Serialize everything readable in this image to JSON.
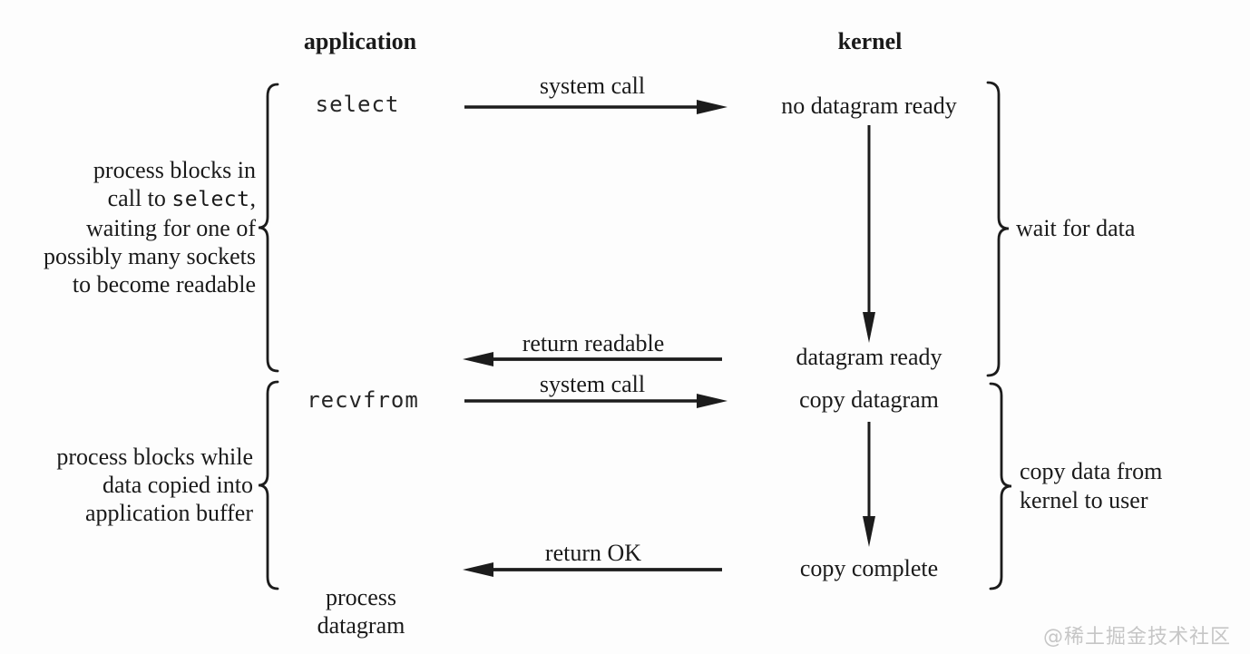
{
  "headers": {
    "application": "application",
    "kernel": "kernel"
  },
  "left_column": {
    "select_label": "select",
    "recvfrom_label": "recvfrom",
    "final_step": {
      "line1": "process",
      "line2": "datagram"
    }
  },
  "left_annotations": {
    "select_block": {
      "line1": "process blocks in",
      "line2_before_code": "call to ",
      "line2_code": "select",
      "line2_after_code": ",",
      "line3": "waiting for one of",
      "line4": "possibly many sockets",
      "line5": "to become readable"
    },
    "recvfrom_block": {
      "line1": "process blocks while",
      "line2": "data copied into",
      "line3": "application buffer"
    }
  },
  "kernel_column": {
    "state_no_datagram": "no datagram ready",
    "state_datagram_ready": "datagram ready",
    "state_copy_datagram": "copy datagram",
    "state_copy_complete": "copy complete"
  },
  "right_annotations": {
    "wait_for_data": "wait for data",
    "copy_data": {
      "line1": "copy data from",
      "line2": "kernel to user"
    }
  },
  "transitions": {
    "syscall_select": "system call",
    "return_readable": "return readable",
    "syscall_recvfrom": "system call",
    "return_ok": "return OK"
  },
  "watermark": "@稀土掘金技术社区",
  "colors": {
    "ink": "#1a1a1a",
    "watermark": "#c6c6c6",
    "background": "#fdfdfd"
  }
}
